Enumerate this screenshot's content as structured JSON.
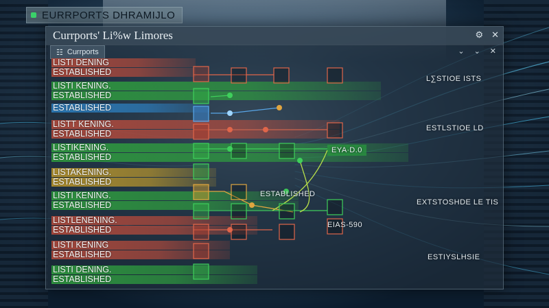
{
  "top_badge": {
    "text": "EURRPORTS DHRAMIJLO",
    "dot_color": "#3bd16a"
  },
  "window": {
    "title": "Currports' Li%w Limores",
    "tab_label": "Currports",
    "controls": [
      "⚙",
      "✕"
    ],
    "toolbar_controls": [
      "⌄",
      "⌄",
      "✕"
    ]
  },
  "rows": [
    {
      "label": "LISTI DENING",
      "color": "#b24a3c"
    },
    {
      "label": "ESTABLISHED",
      "color": "#b24a3c"
    },
    {
      "label": "LISTI KENING.",
      "color": "#2f9b3f"
    },
    {
      "label": "ESTABLISHED",
      "color": "#2f9b3f"
    },
    {
      "label": "ESTABLISHED",
      "color": "#2d7fbf"
    },
    {
      "label": "LISTT KENING.",
      "color": "#b24a3c"
    },
    {
      "label": "ESTABLISHED",
      "color": "#b24a3c"
    },
    {
      "label": "LISTIKENING.",
      "color": "#2f9b3f"
    },
    {
      "label": "ESTABLISHED",
      "color": "#2f9b3f"
    },
    {
      "label": "LISTAKENING.",
      "color": "#b8952c"
    },
    {
      "label": "ESTABLISHED",
      "color": "#b8952c"
    },
    {
      "label": "LISTI KENING.",
      "color": "#2f9b3f"
    },
    {
      "label": "ESTABLISHED",
      "color": "#2f9b3f"
    },
    {
      "label": "LISTLENENING.",
      "color": "#b24a3c"
    },
    {
      "label": "ESTABLISHED",
      "color": "#b24a3c"
    },
    {
      "label": "LISTI KENING",
      "color": "#b24a3c"
    },
    {
      "label": "ESTABLISHED",
      "color": "#b24a3c"
    },
    {
      "label": "LISTI DENING.",
      "color": "#2f9b3f"
    },
    {
      "label": "ESTABLISHED",
      "color": "#2f9b3f"
    }
  ],
  "overlays": {
    "t1": "L∑STIOE ISTS",
    "t2": "ESTLSTIOE LD",
    "t3": "EYA∙D.0",
    "t4": "ESTABLISHED",
    "t5": "EXTSTOSHDE LE TIS",
    "t6": "EIAS-590",
    "t7": "ESTIYSLHSIE"
  }
}
